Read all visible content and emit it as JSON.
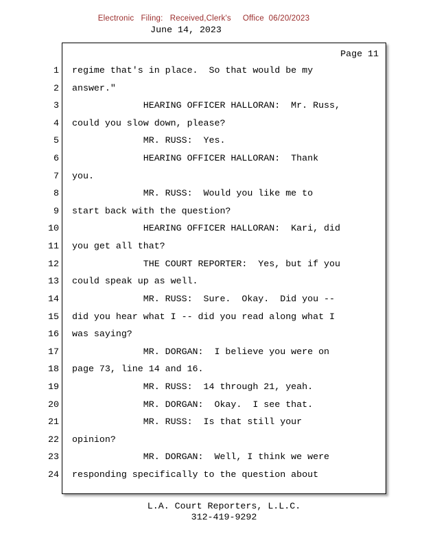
{
  "stamp": {
    "text": "Electronic   Filing:   Received,Clerk's     Office  06/20/2023",
    "color": "#9a2b2a"
  },
  "date_line": "June 14, 2023",
  "transcript": {
    "page_label": "Page 11",
    "lines": [
      {
        "num": "1",
        "text": "regime that's in place.  So that would be my"
      },
      {
        "num": "2",
        "text": "answer.\""
      },
      {
        "num": "3",
        "text": "             HEARING OFFICER HALLORAN:  Mr. Russ,"
      },
      {
        "num": "4",
        "text": "could you slow down, please?"
      },
      {
        "num": "5",
        "text": "             MR. RUSS:  Yes."
      },
      {
        "num": "6",
        "text": "             HEARING OFFICER HALLORAN:  Thank"
      },
      {
        "num": "7",
        "text": "you."
      },
      {
        "num": "8",
        "text": "             MR. RUSS:  Would you like me to"
      },
      {
        "num": "9",
        "text": "start back with the question?"
      },
      {
        "num": "10",
        "text": "             HEARING OFFICER HALLORAN:  Kari, did"
      },
      {
        "num": "11",
        "text": "you get all that?"
      },
      {
        "num": "12",
        "text": "             THE COURT REPORTER:  Yes, but if you"
      },
      {
        "num": "13",
        "text": "could speak up as well."
      },
      {
        "num": "14",
        "text": "             MR. RUSS:  Sure.  Okay.  Did you --"
      },
      {
        "num": "15",
        "text": "did you hear what I -- did you read along what I"
      },
      {
        "num": "16",
        "text": "was saying?"
      },
      {
        "num": "17",
        "text": "             MR. DORGAN:  I believe you were on"
      },
      {
        "num": "18",
        "text": "page 73, line 14 and 16."
      },
      {
        "num": "19",
        "text": "             MR. RUSS:  14 through 21, yeah."
      },
      {
        "num": "20",
        "text": "             MR. DORGAN:  Okay.  I see that."
      },
      {
        "num": "21",
        "text": "             MR. RUSS:  Is that still your"
      },
      {
        "num": "22",
        "text": "opinion?"
      },
      {
        "num": "23",
        "text": "             MR. DORGAN:  Well, I think we were"
      },
      {
        "num": "24",
        "text": "responding specifically to the question about"
      }
    ]
  },
  "footer": {
    "company": "L.A. Court Reporters, L.L.C.",
    "phone": "312-419-9292"
  }
}
